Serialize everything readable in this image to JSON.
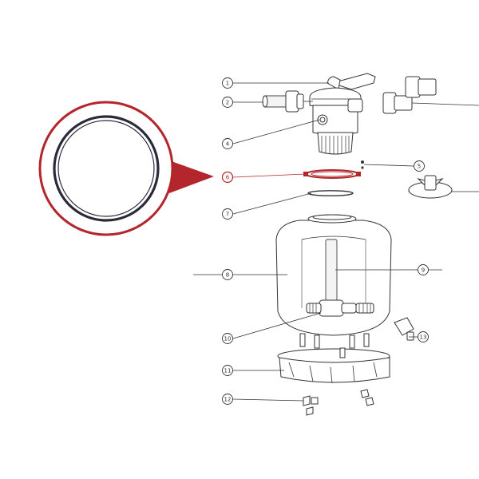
{
  "colors": {
    "highlight": "#b3262c",
    "line": "#333333",
    "oring": "#2a2a3a"
  },
  "labels": [
    "1",
    "2",
    "4",
    "5",
    "6",
    "7",
    "8",
    "9",
    "10",
    "11",
    "12",
    "13"
  ],
  "highlighted_label": "6"
}
